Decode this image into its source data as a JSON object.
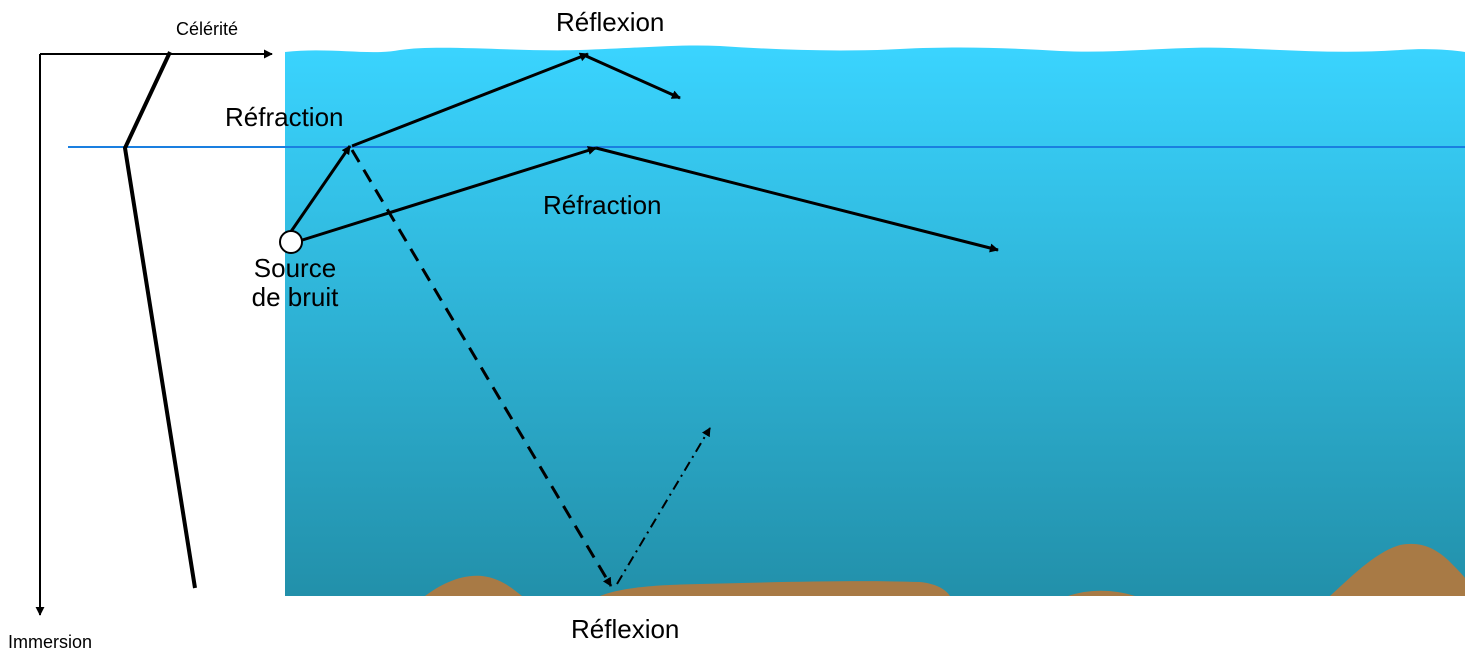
{
  "axes": {
    "horizontal_label": "Célérité",
    "vertical_label": "Immersion"
  },
  "labels": {
    "reflection_surface": "Réflexion",
    "refraction_upper": "Réfraction",
    "refraction_lower": "Réfraction",
    "reflection_bottom": "Réflexion",
    "source_line1": "Source",
    "source_line2": "de bruit"
  },
  "colors": {
    "water_top": "#3ad4ff",
    "water_bottom": "#2290aa",
    "seabed": "#a87a45",
    "thermocline": "#1a7fe0",
    "rays": "#000000"
  }
}
